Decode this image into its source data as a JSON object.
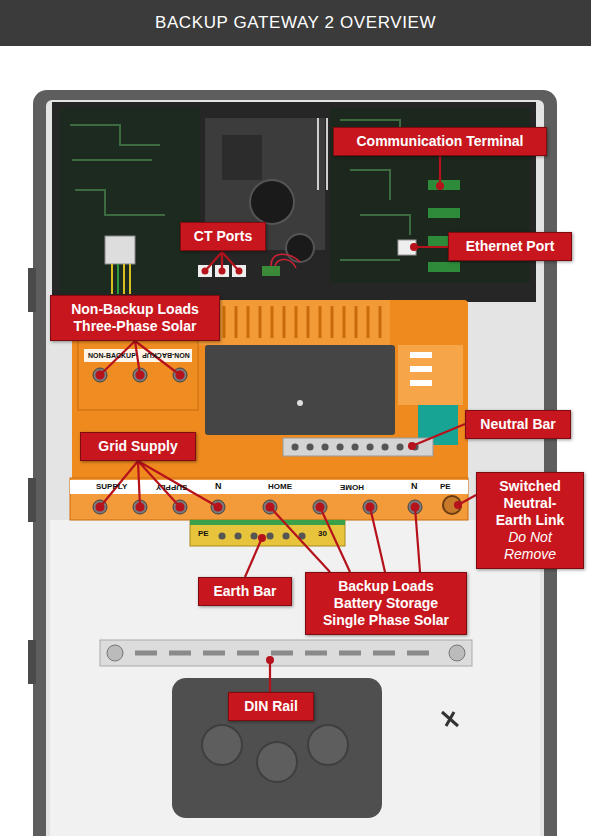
{
  "diagram": {
    "title": "BACKUP GATEWAY 2 OVERVIEW",
    "nodes": [
      {
        "text": [
          "Communication Terminal"
        ]
      },
      {
        "text": [
          "CT Ports"
        ]
      },
      {
        "text": [
          "Ethernet Port"
        ]
      },
      {
        "text": [
          "Non-Backup Loads Three-Phase Solar"
        ]
      },
      {
        "text": [
          "Neutral Bar"
        ]
      },
      {
        "text": [
          "Grid Supply"
        ]
      },
      {
        "text": [
          "Switched Neutral-Earth Link",
          "Do Not Remove"
        ]
      },
      {
        "text": [
          "Earth Bar"
        ]
      },
      {
        "text": [
          "Backup Loads Battery Storage Single Phase Solar"
        ]
      },
      {
        "text": [
          "DIN Rail"
        ]
      }
    ],
    "labels": [
      "NON-BACKUP",
      "NON-BACKUP",
      "SUPPLY",
      "SUPPLY",
      "N",
      "HOME",
      "HOME",
      "N",
      "PE",
      "PE",
      "30"
    ]
  }
}
